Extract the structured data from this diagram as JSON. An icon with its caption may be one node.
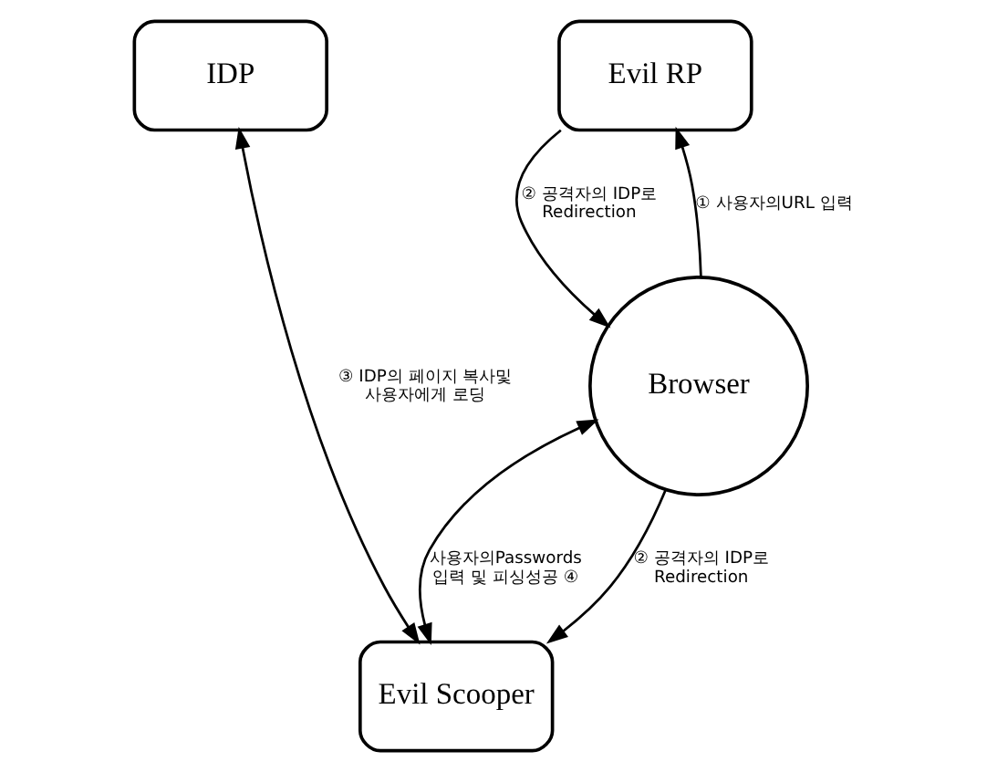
{
  "diagram": {
    "nodes": [
      {
        "text": [
          "IDP"
        ]
      },
      {
        "text": [
          "Evil RP"
        ]
      },
      {
        "text": [
          "Browser"
        ]
      },
      {
        "text": [
          "Evil Scooper"
        ]
      }
    ],
    "edges": [
      {
        "from": 2,
        "to": 1,
        "arrow": "to",
        "label": "① 사용자의URL 입력"
      },
      {
        "from": 1,
        "to": 2,
        "arrow": "to",
        "label": "② 공격자의 IDP로 Redirection"
      },
      {
        "from": 0,
        "to": 3,
        "arrow": "both",
        "label": "③ IDP의 페이지 복사및 사용자에게 로딩"
      },
      {
        "from": 2,
        "to": 3,
        "arrow": "both",
        "label": "사용자의Passwords 입력 및 피싱성공 ④"
      },
      {
        "from": 2,
        "to": 3,
        "arrow": "to",
        "label": "② 공격자의 IDP로 Redirection"
      }
    ]
  }
}
